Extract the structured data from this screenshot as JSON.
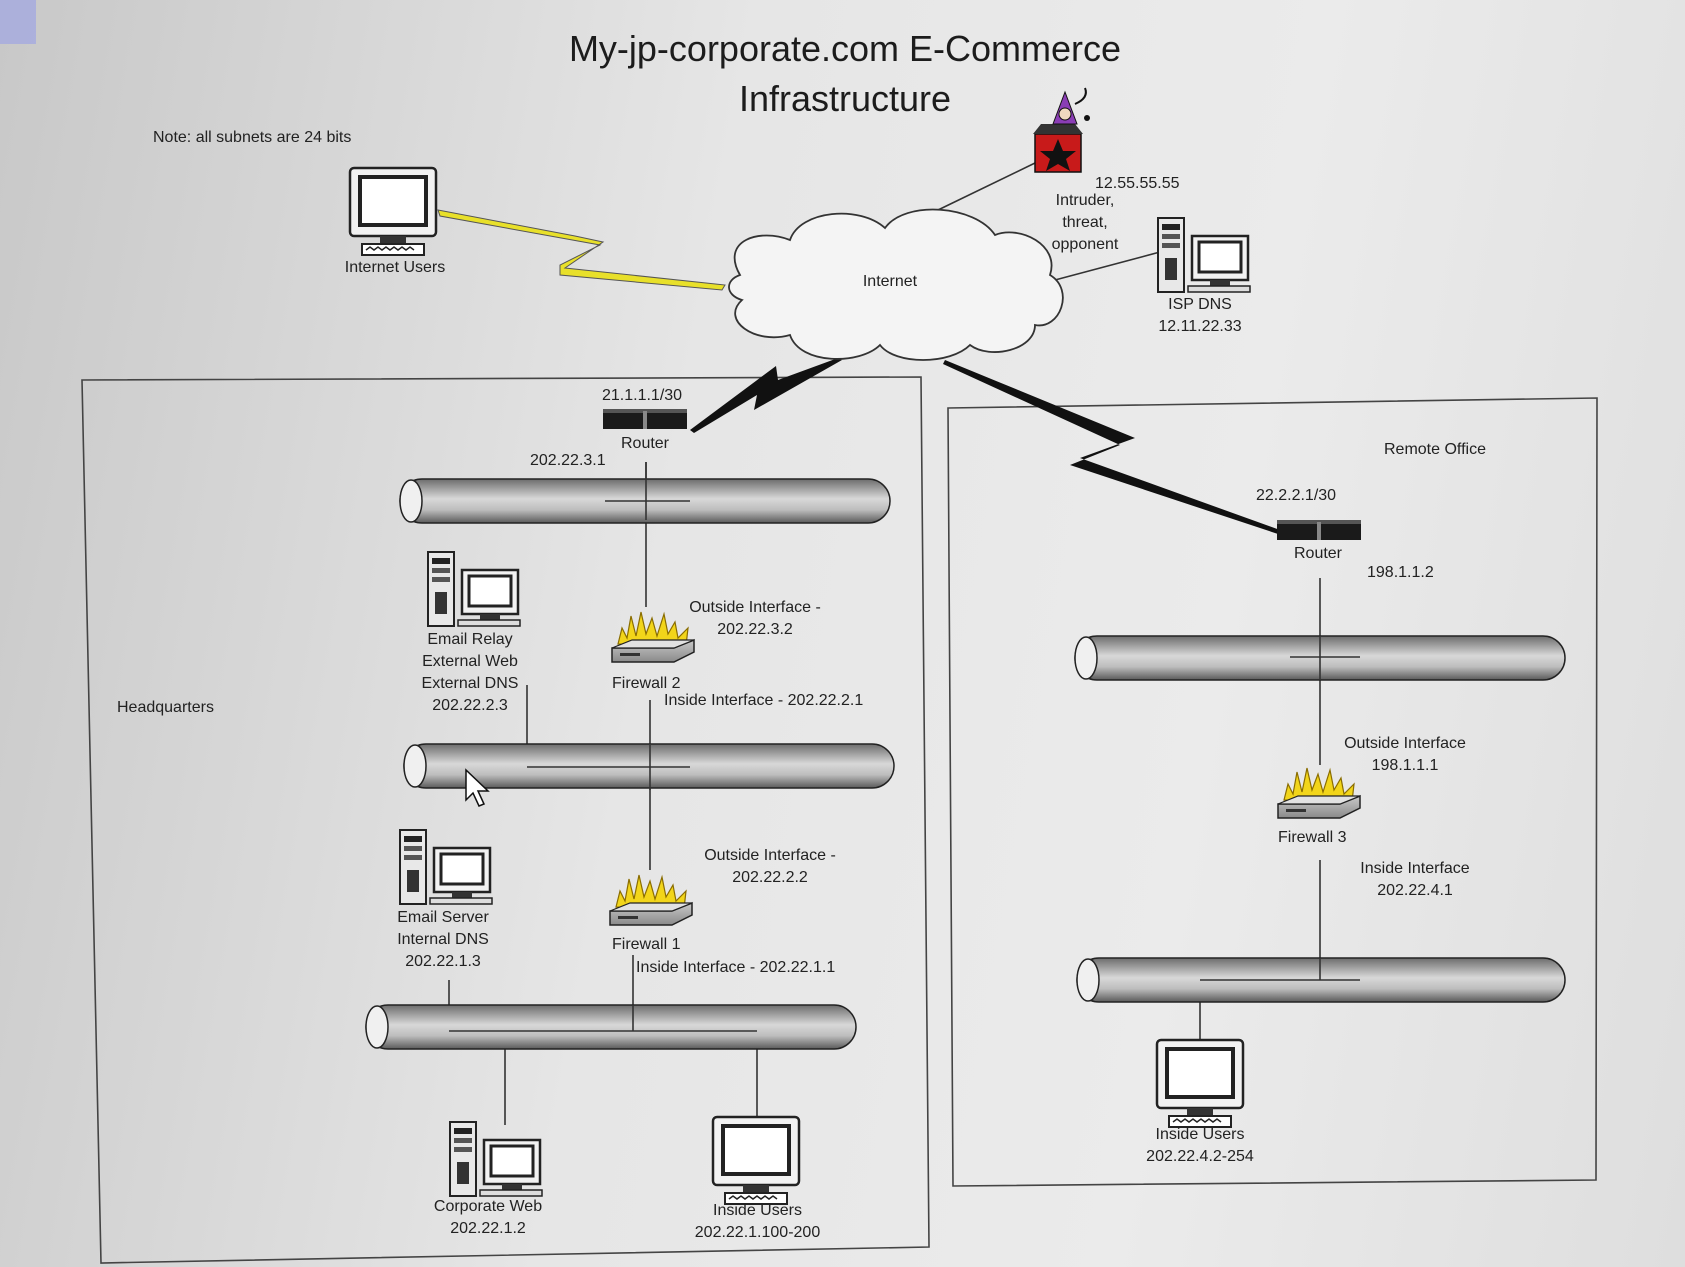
{
  "diagram": {
    "title_line1": "My-jp-corporate.com E-Commerce",
    "title_line2": "Infrastructure",
    "note": "Note: all subnets are 24 bits",
    "internet_users": "Internet Users",
    "internet": "Internet",
    "intruder_ip": "12.55.55.55",
    "intruder_label": "Intruder,\nthreat,\nopponent",
    "isp_dns_label": "ISP DNS",
    "isp_dns_ip": "12.11.22.33",
    "headquarters": {
      "label": "Headquarters",
      "router_wan": "21.1.1.1/30",
      "router_label": "Router",
      "router_lan": "202.22.3.1",
      "firewall2_outside": "Outside Interface -\n202.22.3.2",
      "firewall2_label": "Firewall 2",
      "firewall2_inside": "Inside Interface - 202.22.2.1",
      "email_relay": "Email Relay\nExternal Web\nExternal DNS\n202.22.2.3",
      "firewall1_outside": "Outside Interface -\n202.22.2.2",
      "firewall1_label": "Firewall 1",
      "firewall1_inside": "Inside Interface - 202.22.1.1",
      "email_server": "Email Server\nInternal DNS\n202.22.1.3",
      "corporate_web": "Corporate Web\n202.22.1.2",
      "inside_users": "Inside Users\n202.22.1.100-200"
    },
    "remote_office": {
      "label": "Remote Office",
      "router_wan": "22.2.2.1/30",
      "router_label": "Router",
      "router_lan": "198.1.1.2",
      "firewall3_outside": "Outside Interface\n198.1.1.1",
      "firewall3_label": "Firewall 3",
      "firewall3_inside": "Inside Interface\n202.22.4.1",
      "inside_users": "Inside Users\n202.22.4.2-254"
    }
  },
  "colors": {
    "lightning_yellow": "#e8e02a",
    "lightning_black": "#111111",
    "pipe_dark": "#555555",
    "pipe_light": "#e6e6e6",
    "box_border": "#444444",
    "fire": "#f2d51a"
  }
}
